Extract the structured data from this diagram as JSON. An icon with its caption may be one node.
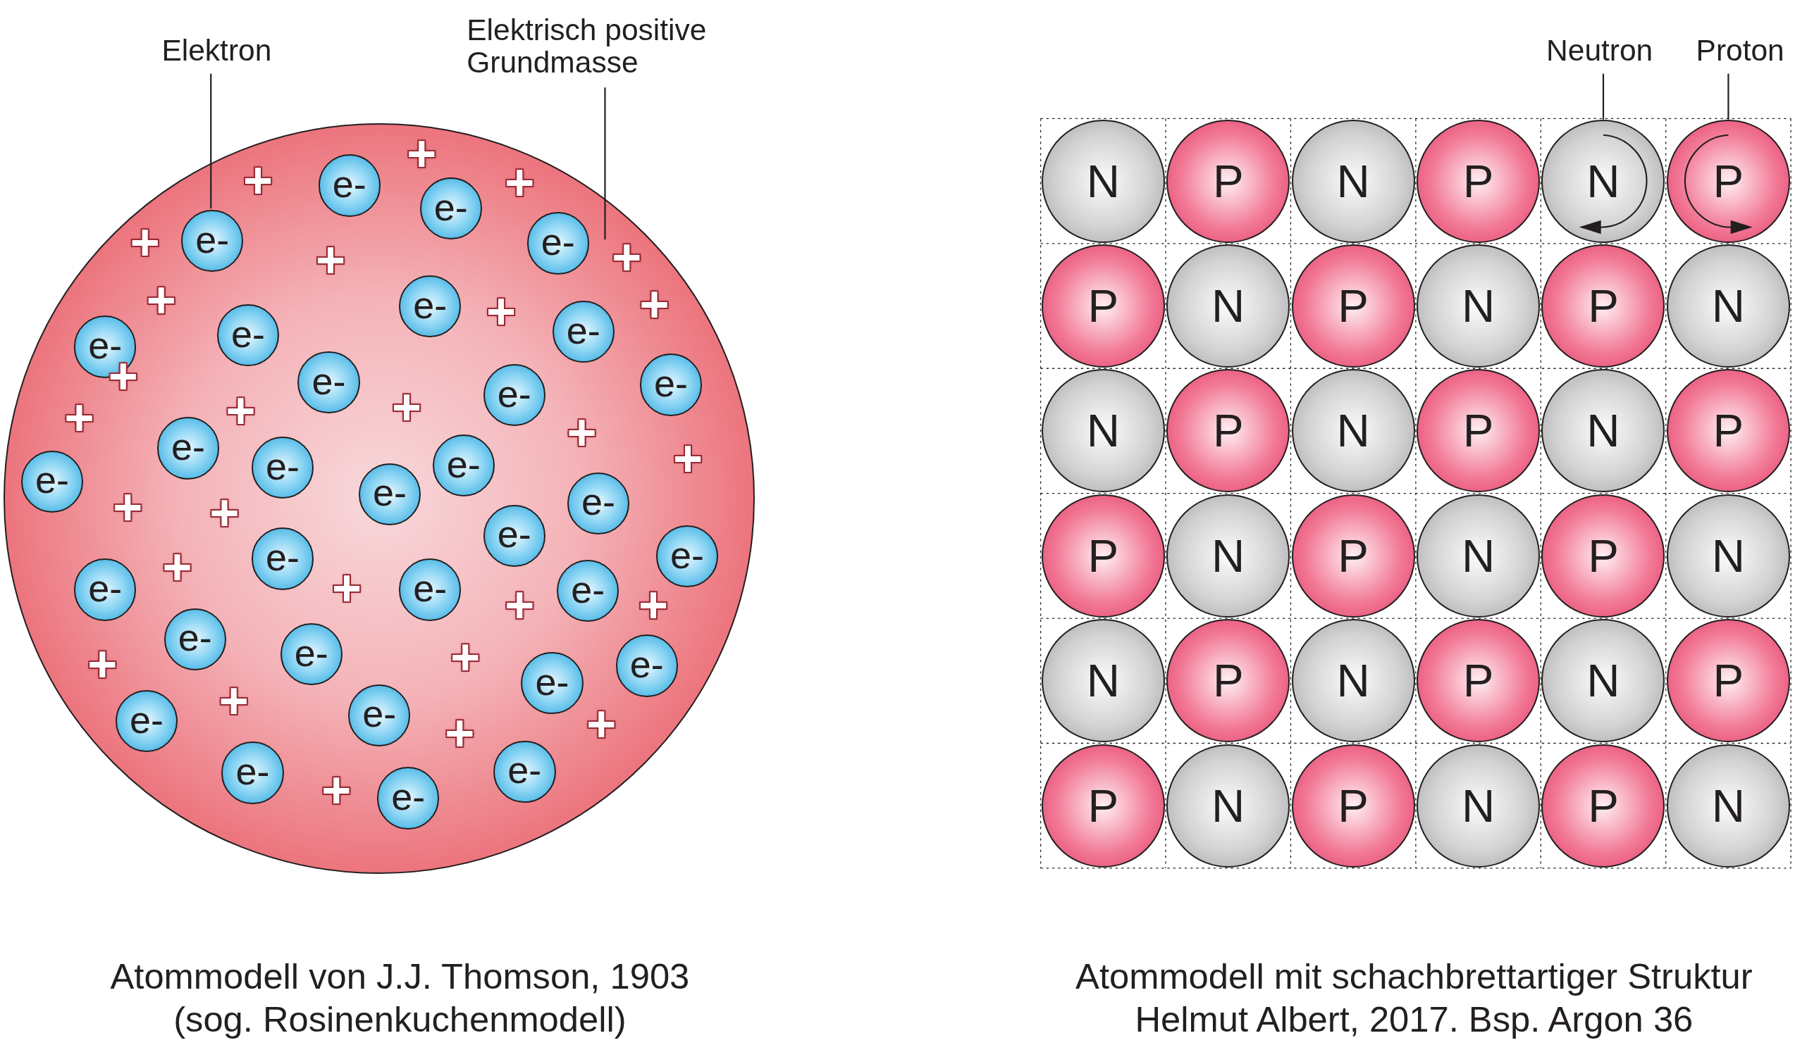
{
  "diagram": {
    "nodes": [
      {
        "text": [],
        "shape": "circle"
      },
      {
        "text": [
          "Elektron"
        ]
      },
      {
        "text": [
          "Elektrisch positive Grundmasse"
        ]
      },
      {
        "text": [
          "e-"
        ],
        "in": 0
      },
      {
        "text": [
          "e-"
        ],
        "in": 0
      },
      {
        "text": [
          "e-"
        ],
        "in": 0
      },
      {
        "text": [
          "e-"
        ],
        "in": 0
      },
      {
        "text": [
          "e-"
        ],
        "in": 0
      },
      {
        "text": [
          "e-"
        ],
        "in": 0
      },
      {
        "text": [
          "e-"
        ],
        "in": 0
      },
      {
        "text": [
          "e-"
        ],
        "in": 0
      },
      {
        "text": [
          "e-"
        ],
        "in": 0
      },
      {
        "text": [
          "e-"
        ],
        "in": 0
      },
      {
        "text": [
          "e-"
        ],
        "in": 0
      },
      {
        "text": [
          "e-"
        ],
        "in": 0
      },
      {
        "text": [
          "e-"
        ],
        "in": 0
      },
      {
        "text": [
          "e-"
        ],
        "in": 0
      },
      {
        "text": [
          "e-"
        ],
        "in": 0
      },
      {
        "text": [
          "e-"
        ],
        "in": 0
      },
      {
        "text": [
          "e-"
        ],
        "in": 0
      },
      {
        "text": [
          "e-"
        ],
        "in": 0
      },
      {
        "text": [
          "e-"
        ],
        "in": 0
      },
      {
        "text": [
          "e-"
        ],
        "in": 0
      },
      {
        "text": [
          "e-"
        ],
        "in": 0
      },
      {
        "text": [
          "e-"
        ],
        "in": 0
      },
      {
        "text": [
          "e-"
        ],
        "in": 0
      },
      {
        "text": [
          "e-"
        ],
        "in": 0
      },
      {
        "text": [
          "e-"
        ],
        "in": 0
      },
      {
        "text": [
          "e-"
        ],
        "in": 0
      },
      {
        "text": [
          "e-"
        ],
        "in": 0
      },
      {
        "text": [
          "e-"
        ],
        "in": 0
      },
      {
        "text": [
          "e-"
        ],
        "in": 0
      },
      {
        "text": [
          "e-"
        ],
        "in": 0
      },
      {
        "text": [
          "e-"
        ],
        "in": 0
      },
      {
        "text": [
          "e-"
        ],
        "in": 0
      },
      {
        "text": [
          "Neutron"
        ]
      },
      {
        "text": [
          "Proton"
        ]
      },
      {
        "text": [
          "N"
        ]
      },
      {
        "text": [
          "P"
        ]
      },
      {
        "text": [
          "N"
        ]
      },
      {
        "text": [
          "P"
        ]
      },
      {
        "text": [
          "N"
        ]
      },
      {
        "text": [
          "P"
        ]
      },
      {
        "text": [
          "P"
        ]
      },
      {
        "text": [
          "N"
        ]
      },
      {
        "text": [
          "P"
        ]
      },
      {
        "text": [
          "N"
        ]
      },
      {
        "text": [
          "P"
        ]
      },
      {
        "text": [
          "N"
        ]
      },
      {
        "text": [
          "N"
        ]
      },
      {
        "text": [
          "P"
        ]
      },
      {
        "text": [
          "N"
        ]
      },
      {
        "text": [
          "P"
        ]
      },
      {
        "text": [
          "N"
        ]
      },
      {
        "text": [
          "P"
        ]
      },
      {
        "text": [
          "P"
        ]
      },
      {
        "text": [
          "N"
        ]
      },
      {
        "text": [
          "P"
        ]
      },
      {
        "text": [
          "N"
        ]
      },
      {
        "text": [
          "P"
        ]
      },
      {
        "text": [
          "N"
        ]
      },
      {
        "text": [
          "N"
        ]
      },
      {
        "text": [
          "P"
        ]
      },
      {
        "text": [
          "N"
        ]
      },
      {
        "text": [
          "P"
        ]
      },
      {
        "text": [
          "N"
        ]
      },
      {
        "text": [
          "P"
        ]
      },
      {
        "text": [
          "P"
        ]
      },
      {
        "text": [
          "N"
        ]
      },
      {
        "text": [
          "P"
        ]
      },
      {
        "text": [
          "N"
        ]
      },
      {
        "text": [
          "P"
        ]
      },
      {
        "text": [
          "N"
        ]
      }
    ],
    "edges": [
      {
        "from": 1,
        "to": 5,
        "arrow": "none"
      },
      {
        "from": 2,
        "to": 0,
        "arrow": "none"
      },
      {
        "from": 35,
        "to": 41,
        "arrow": "none"
      },
      {
        "from": 36,
        "to": 42,
        "arrow": "none"
      }
    ],
    "labels": [
      "+",
      "+",
      "+",
      "+",
      "+",
      "+",
      "+",
      "+",
      "+",
      "+",
      "+",
      "+",
      "+",
      "+",
      "+",
      "+",
      "+",
      "+",
      "+",
      "+",
      "+",
      "+",
      "+",
      "+",
      "+",
      "+",
      "+",
      "Atommodell von J.J. Thomson, 1903 (sog. Rosinenkuchenmodell)",
      "Atommodell mit schachbrettartiger Struktur Helmut Albert, 2017. Bsp. Argon 36"
    ]
  }
}
